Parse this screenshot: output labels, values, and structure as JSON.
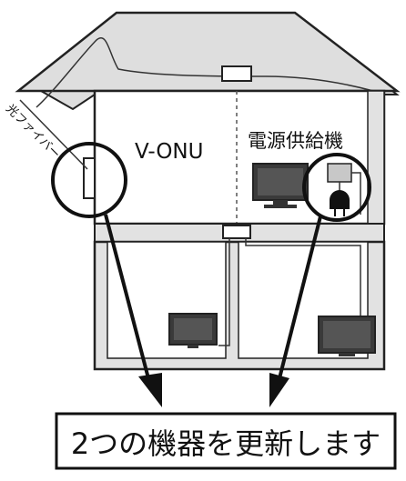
{
  "labels": {
    "fiber": "光ファイバー",
    "onu": "V-ONU",
    "power_supply": "電源供給機"
  },
  "caption": "2つの機器を更新します",
  "colors": {
    "roof": "#dedede",
    "wall": "#ffffff",
    "floor_band": "#e2e2e2",
    "line": "#222222",
    "tv_screen": "#3a3a3a",
    "device": "#c8c8c8"
  }
}
